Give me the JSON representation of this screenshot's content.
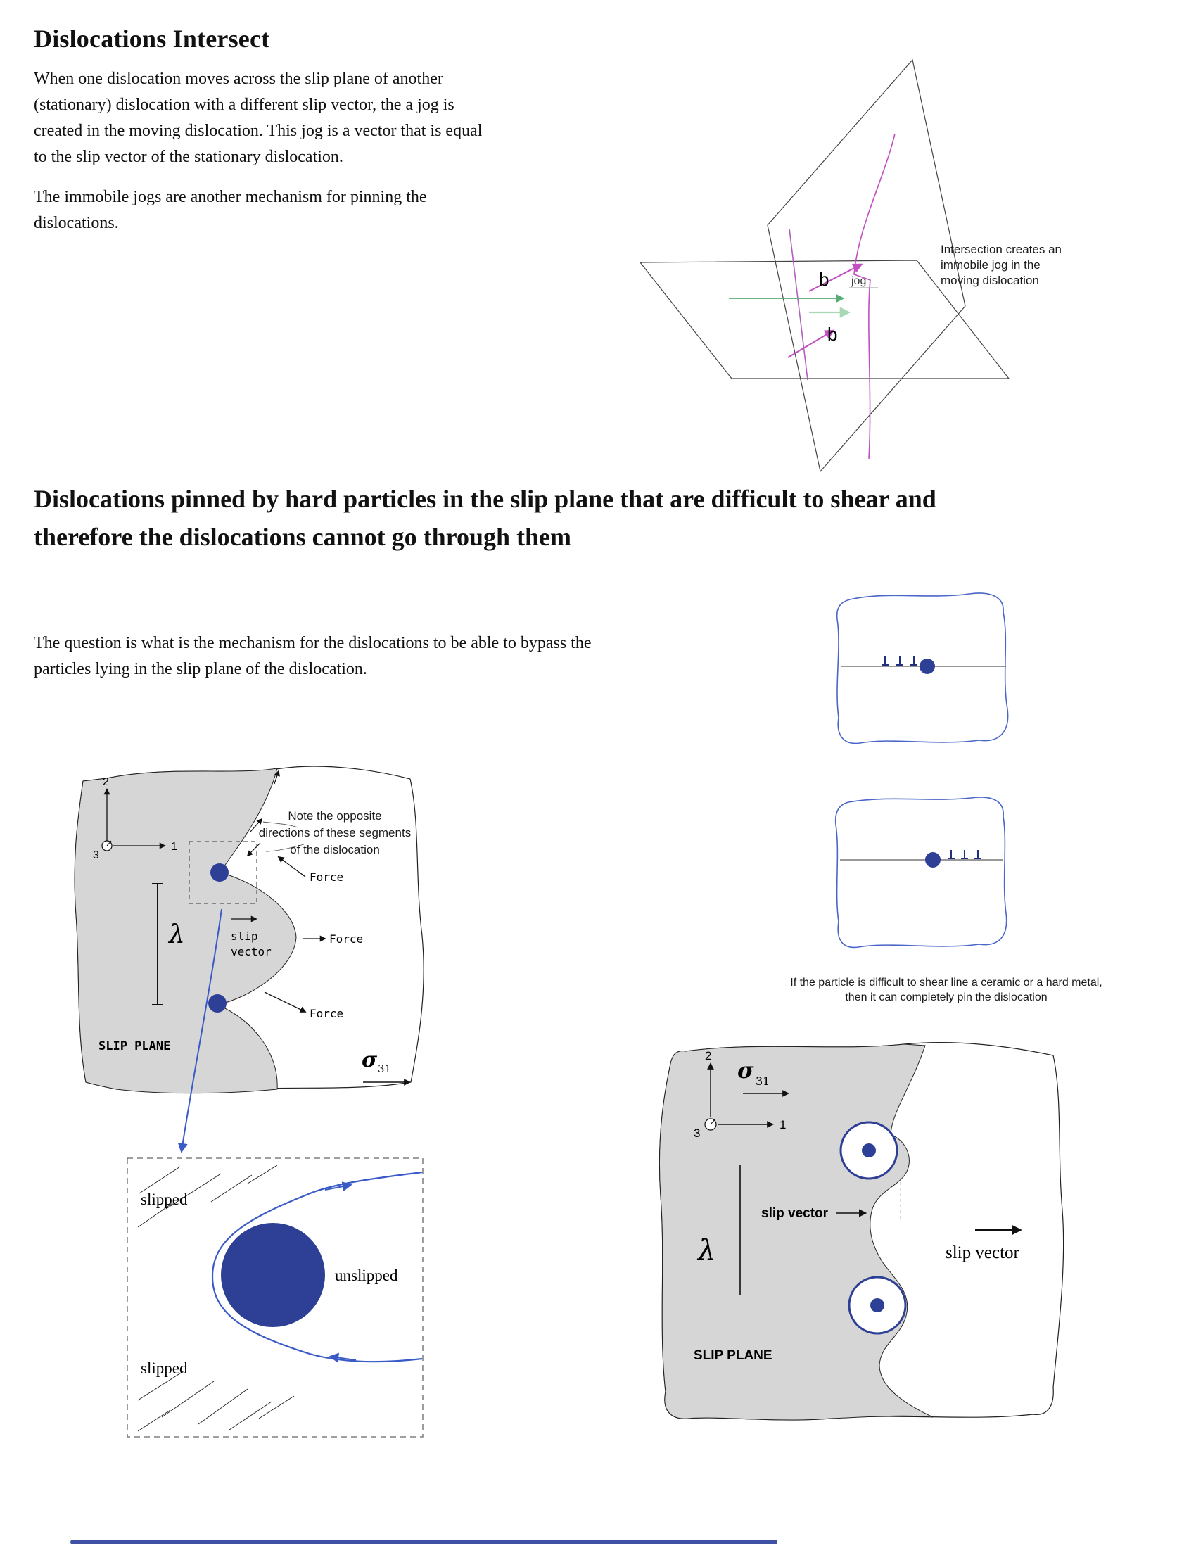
{
  "intersect": {
    "title": "Dislocations Intersect",
    "para1": "When one dislocation moves across the slip plane of another\n(stationary) dislocation with a different slip vector, the a jog is\ncreated in the moving dislocation. This jog is a vector that is equal\nto the slip vector of the stationary dislocation.",
    "para2": "The immobile jogs are another mechanism for pinning the\ndislocations.",
    "b_upper": "b",
    "b_lower": "b",
    "jog_label": "jog",
    "annotation": "Intersection creates an\nimmobile jog in the\nmoving dislocation"
  },
  "pinned": {
    "title": "Dislocations pinned by hard particles in the slip plane that are difficult to shear and\ntherefore the dislocations cannot go through them",
    "para": "The question is what is the mechanism for the dislocations to be able to bypass the\nparticles lying in the slip plane of the dislocation."
  },
  "bowing": {
    "note": "Note the opposite\ndirections of these segments\nof the dislocation",
    "axis1": "1",
    "axis2": "2",
    "axis3": "3",
    "lambda": "λ",
    "slip_word1": "slip",
    "slip_word2": "vector",
    "force": "Force",
    "slip_plane": "SLIP PLANE",
    "sigma": "σ",
    "sigma_sub": "31"
  },
  "panels": {
    "caption": "If the particle is difficult to shear line a ceramic or a hard metal,\nthen it can completely pin the dislocation"
  },
  "zoom": {
    "slipped_top": "slipped",
    "unslipped": "unslipped",
    "slipped_bottom": "slipped"
  },
  "orowan": {
    "axis1": "1",
    "axis2": "2",
    "axis3": "3",
    "sigma": "σ",
    "sigma_sub": "31",
    "lambda": "λ",
    "slip_vector_inner": "slip vector",
    "slip_vector_outer": "slip vector",
    "slip_plane": "SLIP PLANE"
  },
  "colors": {
    "particle_blue": "#2e3f96",
    "outline_blue": "#3a5bc7",
    "magenta": "#c24ec2",
    "purple": "#b161bd",
    "green": "#58ad74",
    "light_green": "#a8d8b4",
    "gray_fill": "#d6d6d6"
  }
}
